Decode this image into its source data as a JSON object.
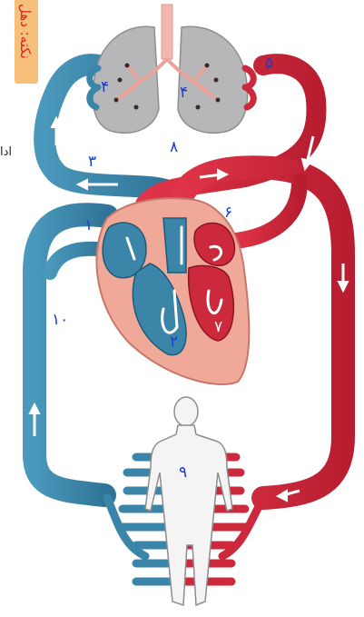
{
  "note_label": "نکته: دهل",
  "side_text": "ادا",
  "labels": {
    "lung_left": "۴",
    "lung_right": "۴",
    "pulm_vein": "۵",
    "aorta": "۸",
    "pulm_artery": "۳",
    "right_atrium": "۱",
    "left_atrium": "۶",
    "vena_cava": "۱۰",
    "right_ventricle": "۲",
    "left_ventricle": "۷",
    "body": "۹"
  },
  "colors": {
    "oxygen_poor": "#3b86a8",
    "oxygen_rich": "#cc2a3c",
    "lung": "#b7b6b8",
    "heart": "#f0a898",
    "body": "#f4f4f4",
    "label": "#1a3fd0"
  }
}
